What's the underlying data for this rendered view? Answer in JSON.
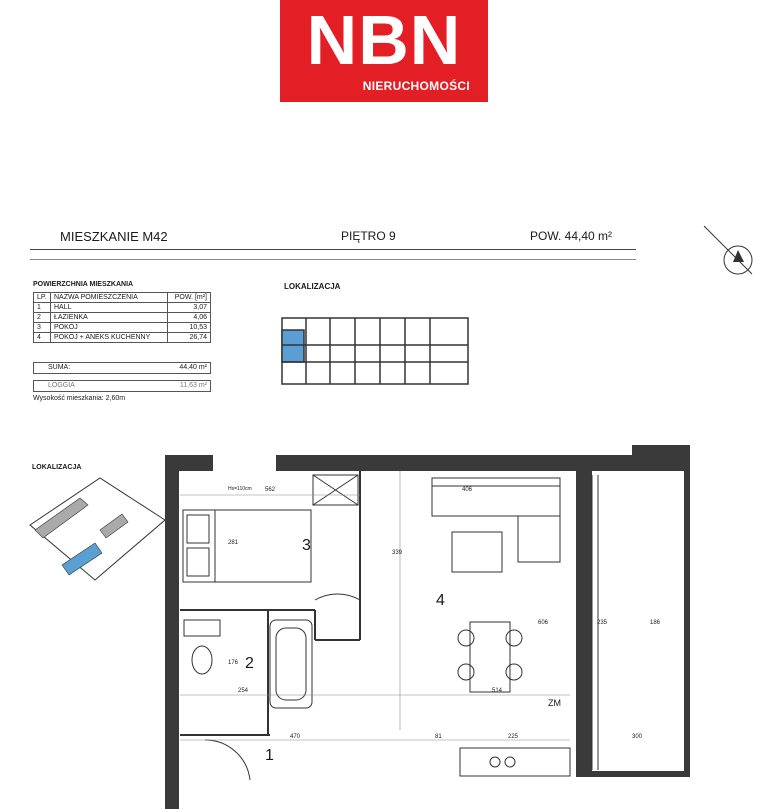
{
  "logo": {
    "brand": "NBN",
    "tagline": "NIERUCHOMOŚCI"
  },
  "header": {
    "unit": "MIESZKANIE M42",
    "floor": "PIĘTRO 9",
    "area": "POW. 44,40 m²"
  },
  "table": {
    "title": "POWIERZCHNIA MIESZKANIA",
    "head": {
      "lp": "LP.",
      "name": "NAZWA POMIESZCZENIA",
      "area": "POW. [m²]"
    },
    "rows": [
      {
        "lp": "1",
        "name": "HALL",
        "area": "3,07"
      },
      {
        "lp": "2",
        "name": "ŁAZIENKA",
        "area": "4,06"
      },
      {
        "lp": "3",
        "name": "POKÓJ",
        "area": "10,53"
      },
      {
        "lp": "4",
        "name": "POKÓJ + ANEKS KUCHENNY",
        "area": "26,74"
      }
    ],
    "sum_label": "SUMA:",
    "sum_value": "44,40 m²",
    "loggia_label": "LOGGIA",
    "loggia_value": "11,63 m²",
    "height_note": "Wysokość mieszkania: 2,60m"
  },
  "location_label": "LOKALIZACJA",
  "location_label2": "LOKALIZACJA",
  "rooms": {
    "r1": "1",
    "r2": "2",
    "r3": "3",
    "r4": "4"
  },
  "dims": {
    "d562": "562",
    "d406": "406",
    "d281": "281",
    "d339": "339",
    "d176": "176",
    "d254": "254",
    "d514": "514",
    "d470": "470",
    "d225": "225",
    "d300": "300",
    "d186": "186",
    "d606": "606",
    "d235": "235",
    "dzm": "ZM",
    "d81": "81",
    "dhs": "Hs=110cm"
  },
  "colors": {
    "logo_red": "#e31e24",
    "wall": "#3a3a3a",
    "highlight": "#5a9fd4"
  }
}
